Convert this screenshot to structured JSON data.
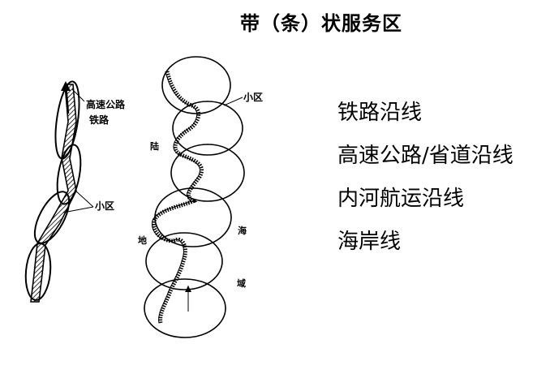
{
  "title": "带（条）状服务区",
  "diagram": {
    "left_labels": {
      "highway": "高速公路",
      "railway": "铁路",
      "cell": "小区"
    },
    "right_labels": {
      "cell": "小区",
      "land_1": "陆",
      "land_2": "地",
      "sea_1": "海",
      "sea_2": "域"
    }
  },
  "bullets": [
    "铁路沿线",
    "高速公路/省道沿线",
    "内河航运沿线",
    "海岸线"
  ]
}
